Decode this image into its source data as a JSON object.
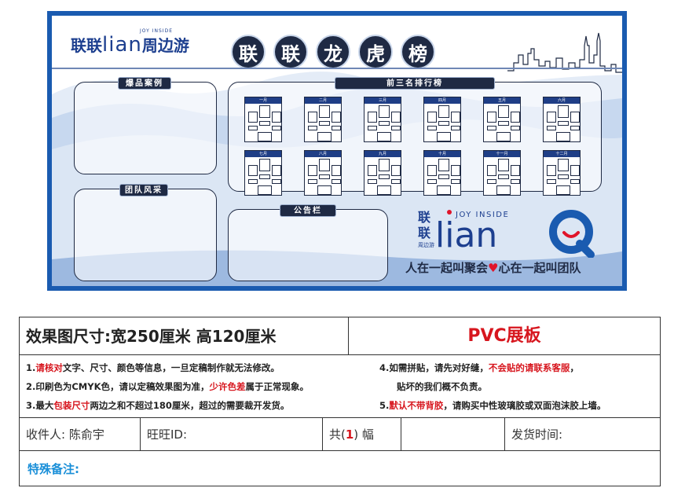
{
  "board": {
    "brand": {
      "name_cn": "联联",
      "name_lion": "lian",
      "name_suffix": "周边游",
      "tagline": "JOY INSIDE"
    },
    "title_chars": [
      "联",
      "联",
      "龙",
      "虎",
      "榜"
    ],
    "panels": {
      "hot_cases": "爆品案例",
      "top_three": "前三名排行榜",
      "team_style": "团队风采",
      "bulletin": "公告栏"
    },
    "months": [
      "一月",
      "二月",
      "三月",
      "四月",
      "五月",
      "六月",
      "七月",
      "八月",
      "九月",
      "十月",
      "十一月",
      "十二月"
    ],
    "logo": {
      "lines": [
        "联",
        "联",
        "周边游"
      ],
      "lion": "lian",
      "tagline": "JOY INSIDE",
      "q_letter": "Q"
    },
    "slogan": {
      "left": "人在一起叫聚会",
      "right": "心在一起叫团队"
    }
  },
  "form": {
    "size_text": "效果图尺寸:宽250厘米  高120厘米",
    "material": "PVC展板",
    "notes": {
      "n1_prefix": "1.",
      "n1_red": "请核对",
      "n1_rest": "文字、尺寸、颜色等信息，一旦定稿制作就无法修改。",
      "n2_a": "2.印刷色为CMYK色，请以定稿效果图为准，",
      "n2_red": "少许色差",
      "n2_b": "属于正常现象。",
      "n3_a": "3.最大",
      "n3_red": "包装尺寸",
      "n3_b": "两边之和不超过180厘米，超过的需要裁开发货。",
      "n4_a": "4.如需拼贴，请先对好缝，",
      "n4_red": "不会贴的请联系客服",
      "n4_b": "，",
      "n4_line2": "贴坏的我们概不负责。",
      "n5_prefix": "5.",
      "n5_red": "默认不带背胶",
      "n5_rest": "，请购买中性玻璃胶或双面泡沫胶上墙。"
    },
    "recipient": "收件人: 陈俞宇",
    "wangwang": "旺旺ID:",
    "qty_prefix": "共(",
    "qty": "1",
    "qty_suffix": ")  幅",
    "ship_time": "发货时间:",
    "remark": "特殊备注:"
  },
  "colors": {
    "navy": "#1f2a44",
    "brand_blue": "#1a5bb0",
    "red": "#d7161e",
    "remark_blue": "#1a8fd8"
  }
}
